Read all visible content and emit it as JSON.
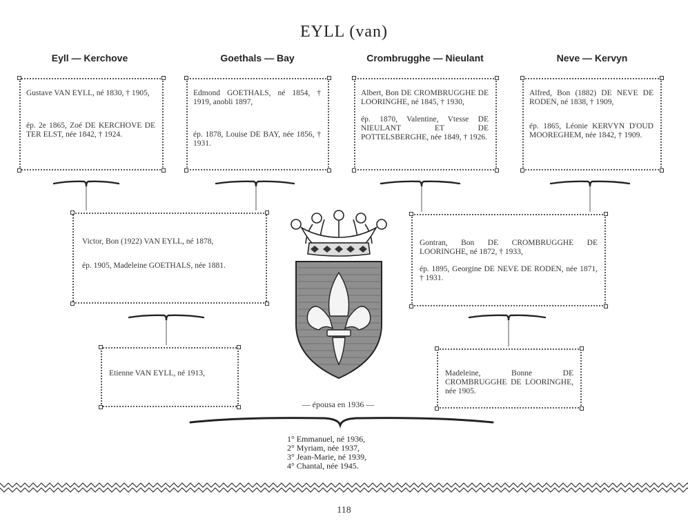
{
  "title": "EYLL (van)",
  "columns": [
    {
      "heading": "Eyll — Kerchove"
    },
    {
      "heading": "Goethals — Bay"
    },
    {
      "heading": "Crombrugghe — Nieulant"
    },
    {
      "heading": "Neve — Kervyn"
    }
  ],
  "boxes": {
    "eyll_kerchove": {
      "person": "Gustave VAN EYLL, né 1830, † 1905,",
      "spouse": "ép. 2e 1865, Zoé DE KERCHOVE DE TER ELST, née 1842, † 1924."
    },
    "goethals_bay": {
      "person": "Edmond GOETHALS, né 1854, † 1919, anobli 1897,",
      "spouse": "ép. 1878, Louise DE BAY, née 1856, † 1931."
    },
    "crombrugghe_nieulant": {
      "person": "Albert, Bon DE CROMBRUGGHE DE LOORINGHE, né 1845, † 1930,",
      "spouse": "ép. 1870, Valentine, Vtesse DE NIEULANT ET DE POTTELSBERGHE, née 1849, † 1926."
    },
    "neve_kervyn": {
      "person": "Alfred, Bon (1882) DE NEVE DE RODEN, né 1838, † 1909,",
      "spouse": "ép. 1865, Léonie KERVYN D'OUD MOOREGHEM, née 1842, † 1909."
    },
    "victor": {
      "person": "Victor, Bon (1922) VAN EYLL, né 1878,",
      "spouse": "ép. 1905, Madeleine GOETHALS, née 1881."
    },
    "gontran": {
      "person": "Gontran, Bon DE CROMBRUGGHE DE LOORINGHE, né 1872, † 1933,",
      "spouse": "ép. 1895, Georgine DE NEVE DE RODEN, née 1871, † 1931."
    },
    "etienne": {
      "person": "Etienne VAN EYLL, né 1913,"
    },
    "madeleine": {
      "person": "Madeleine, Bonne DE CROMBRUGGHE DE LOORINGHE, née 1905."
    }
  },
  "marriage_note": "— épousa en 1936 —",
  "children": [
    "1° Emmanuel, né 1936,",
    "2° Myriam, née 1937,",
    "3° Jean-Marie, né 1939,",
    "4° Chantal, née 1945."
  ],
  "page_number": "118"
}
